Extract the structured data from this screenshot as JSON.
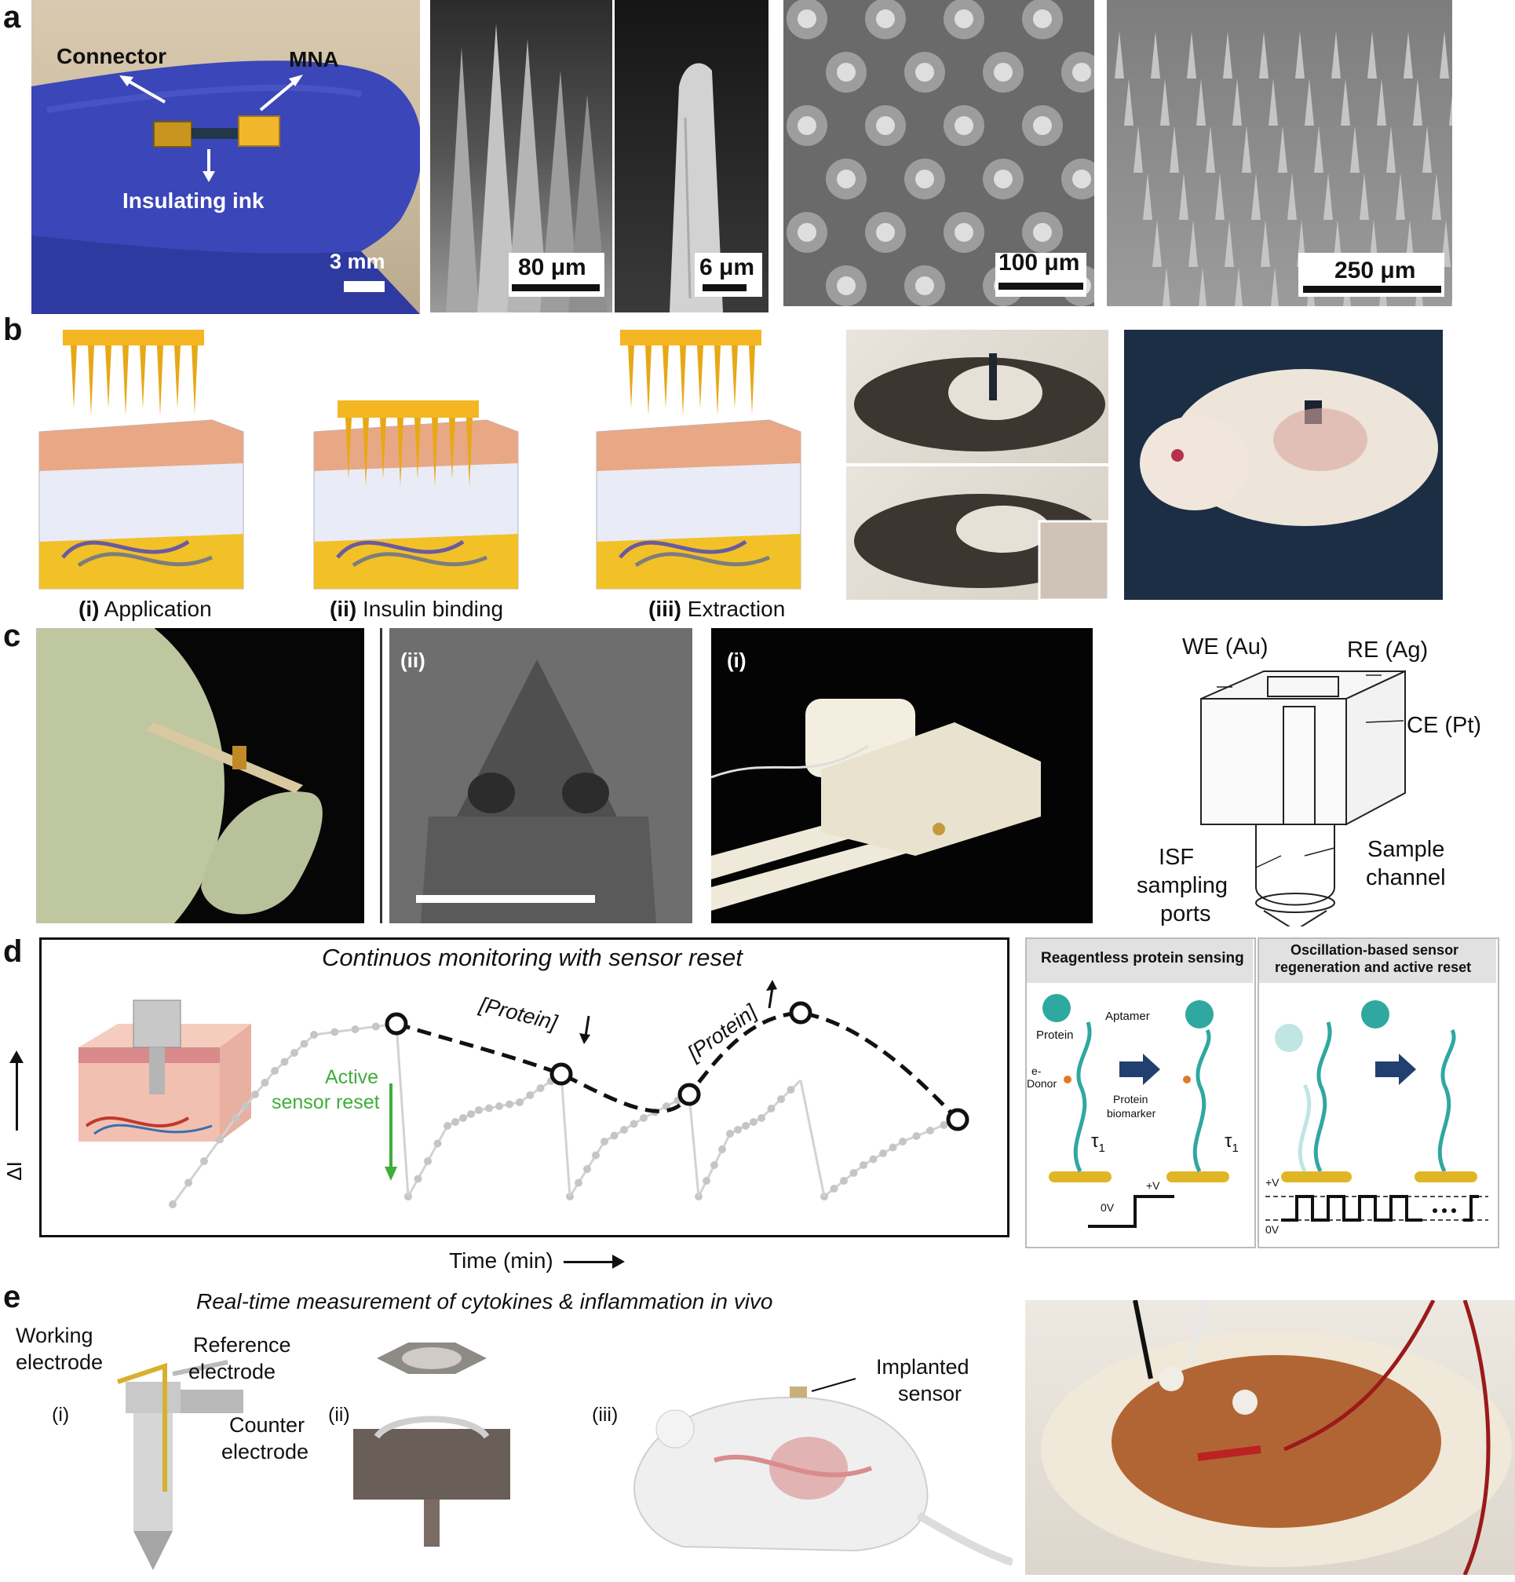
{
  "panels": {
    "a": {
      "letter": "a",
      "photo_labels": {
        "connector": "Connector",
        "mna": "MNA",
        "insulating_ink": "Insulating ink",
        "scale": "3 mm"
      },
      "sem_scales": [
        "80 μm",
        "6 μm",
        "100 μm",
        "250 μm"
      ]
    },
    "b": {
      "letter": "b",
      "steps": [
        {
          "num": "(i)",
          "text": "Application"
        },
        {
          "num": "(ii)",
          "text": "Insulin binding"
        },
        {
          "num": "(iii)",
          "text": "Extraction"
        }
      ]
    },
    "c": {
      "letter": "c",
      "sub_labels": [
        "(ii)",
        "(i)"
      ],
      "schematic": {
        "we": "WE (Au)",
        "re": "RE (Ag)",
        "ce": "CE (Pt)",
        "isf": [
          "ISF",
          "sampling",
          "ports"
        ],
        "sample": [
          "Sample",
          "channel"
        ]
      }
    },
    "d": {
      "letter": "d",
      "title": "Continuos monitoring with sensor reset",
      "protein_label": "[Protein]",
      "reset_label": [
        "Active",
        "sensor reset"
      ],
      "y_label": "ΔI",
      "x_label": "Time (min)",
      "box1": {
        "title": "Reagentless protein sensing",
        "protein": "Protein",
        "aptamer": "Aptamer",
        "donor": [
          "e-",
          "Donor"
        ],
        "biomarker": [
          "Protein",
          "biomarker"
        ],
        "tau": "τ",
        "sub1": "1",
        "v0": "0V",
        "vplus": "+V"
      },
      "box2": {
        "title": [
          "Oscillation-based sensor",
          "regeneration and active reset"
        ],
        "vplus": "+V",
        "v0": "0V"
      }
    },
    "e": {
      "letter": "e",
      "title": "Real-time measurement of cytokines & inflammation in vivo",
      "working": [
        "Working",
        "electrode"
      ],
      "reference": [
        "Reference",
        "electrode"
      ],
      "counter": [
        "Counter",
        "electrode"
      ],
      "implanted": [
        "Implanted",
        "sensor"
      ],
      "romans": [
        "(i)",
        "(ii)",
        "(iii)"
      ]
    }
  },
  "colors": {
    "glove_blue": "#3b46b8",
    "gold": "#f2b51e",
    "sem_gray": "#8a8a8a",
    "green_reset": "#3fae3a",
    "teal": "#2fa8a0",
    "navy_arrow": "#21406f"
  }
}
